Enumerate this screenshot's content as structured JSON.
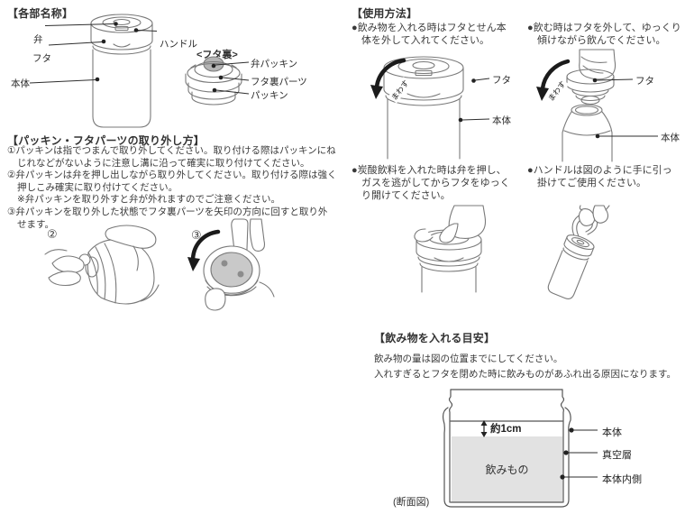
{
  "colors": {
    "art_line": "#7a7a7a",
    "leader_line": "#2e2e2e",
    "arrow_black": "#1b1b1b",
    "drink_fill": "#e2e2e2",
    "part_gray": "#b4b4b4",
    "disc_gray": "#c9c9c9"
  },
  "parts": {
    "title": "【各部名称】",
    "valve": "弁",
    "handle": "ハンドル",
    "lid": "フタ",
    "body": "本体",
    "lid_back": {
      "title": "<フタ裏>",
      "valve_packing": "弁パッキン",
      "lid_back_part": "フタ裏パーツ",
      "packing": "パッキン"
    }
  },
  "removal": {
    "title": "【パッキン・フタパーツの取り外し方】",
    "step1": "①パッキンは指でつまんで取り外してください。取り付ける際はパッキンにね\nじれなどがないように注意し溝に沿って確実に取り付けてください。",
    "step2": "②弁パッキンは弁を押し出しながら取り外してください。取り付ける際は強く\n押しこみ確実に取り付けてください。\n※弁パッキンを取り外すと弁が外れますのでご注意ください。",
    "step3": "③弁パッキンを取り外した状態でフタ裏パーツを矢印の方向に回すと取り外\nせます。",
    "fig2_label": "②",
    "fig3_label": "③"
  },
  "usage": {
    "title": "【使用方法】",
    "bullet_fill": "●飲み物を入れる時はフタとせん本\n体を外して入れてください。",
    "bullet_drink": "●飲む時はフタを外して、ゆっくり\n傾けながら飲んでください。",
    "bullet_soda": "●炭酸飲料を入れた時は弁を押し、\nガスを逃がしてからフタをゆっく\nり開けてください。",
    "bullet_handle": "●ハンドルは図のように手に引っ\n掛けてご使用ください。",
    "rotate": "まわす",
    "lid": "フタ",
    "body": "本体"
  },
  "fill_guide": {
    "title": "【飲み物を入れる目安】",
    "note": "飲み物の量は図の位置までにしてください。\n入れすぎるとフタを閉めた時に飲みものがあふれ出る原因になります。",
    "gap": "約1cm",
    "body": "本体",
    "vacuum": "真空層",
    "body_inner": "本体内側",
    "drink": "飲みもの",
    "caption": "(断面図)"
  }
}
